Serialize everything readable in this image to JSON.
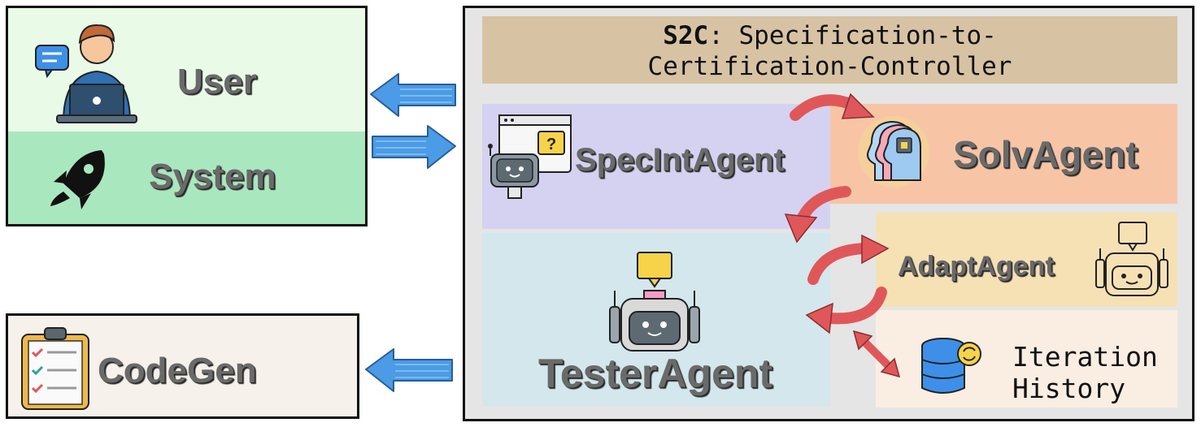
{
  "left_panel": {
    "user_label": "User",
    "system_label": "System"
  },
  "codegen": {
    "label": "CodeGen"
  },
  "controller": {
    "title_bold": "S2C",
    "title_rest_line1": ": Specification-to-",
    "title_line2": "Certification-Controller"
  },
  "agents": {
    "specint": "SpecIntAgent",
    "solv": "SolvAgent",
    "adapt": "AdaptAgent",
    "tester": "TesterAgent",
    "history_line1": "Iteration",
    "history_line2": "History"
  },
  "colors": {
    "user_bg": "#e9fbe6",
    "system_bg": "#a9e8bf",
    "codegen_bg": "#f6f1ea",
    "controller_bg": "#e5e5e5",
    "title_bg": "#d7c3a3",
    "specint_bg": "#d4d2f0",
    "solv_bg": "#f7c5a6",
    "adapt_bg": "#f6e1b5",
    "tester_bg": "#d3e7ec",
    "history_bg": "#faeee3",
    "arrow_blue": "#4b9be6",
    "arrow_red": "#e0575a"
  }
}
